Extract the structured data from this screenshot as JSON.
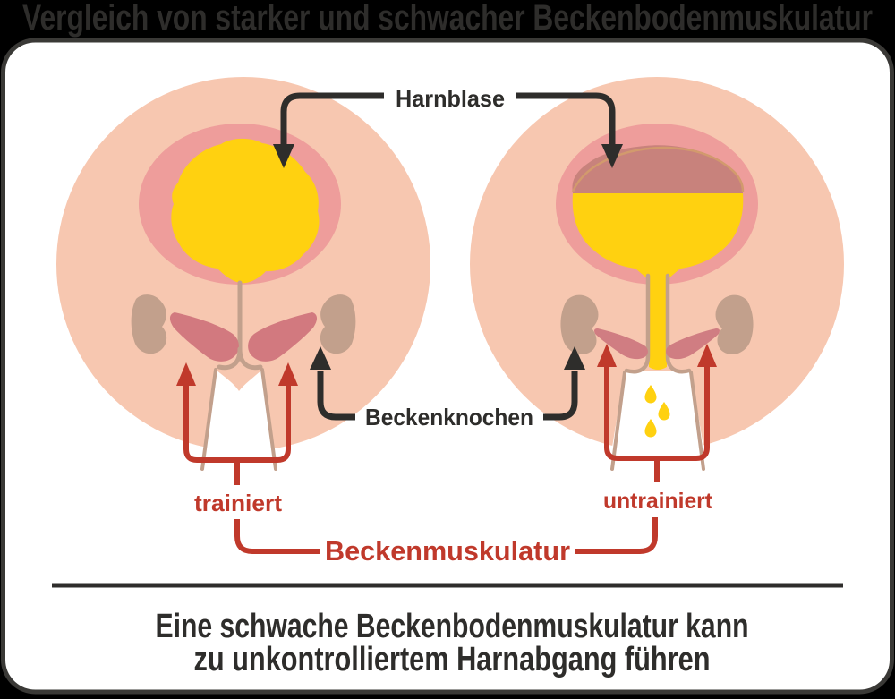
{
  "title": "Vergleich von starker und schwacher Beckenbodenmuskulatur",
  "diagram": {
    "labels": {
      "bladder": "Harnblase",
      "pelvic_bone": "Beckenknochen",
      "pelvic_muscles": "Beckenmuskulatur",
      "left_state": "trainiert",
      "right_state": "untrainiert"
    },
    "caption": {
      "line1": "Eine schwache Beckenbodenmuskulatur kann",
      "line2": "zu unkontrolliertem Harnabgang führen"
    }
  },
  "colors": {
    "background": "#000000",
    "ink": "#2e2d2b",
    "card_fill": "#ffffff",
    "card_border": "#3a3936",
    "skin": "#f7c7b0",
    "pelvis_pink": "#ee9d9b",
    "urine_yellow": "#ffd110",
    "empty_bladder_mauve": "#c8827c",
    "bone_tan": "#c2a08c",
    "muscle_rose": "#d2797f",
    "accent_red": "#c0392b"
  }
}
